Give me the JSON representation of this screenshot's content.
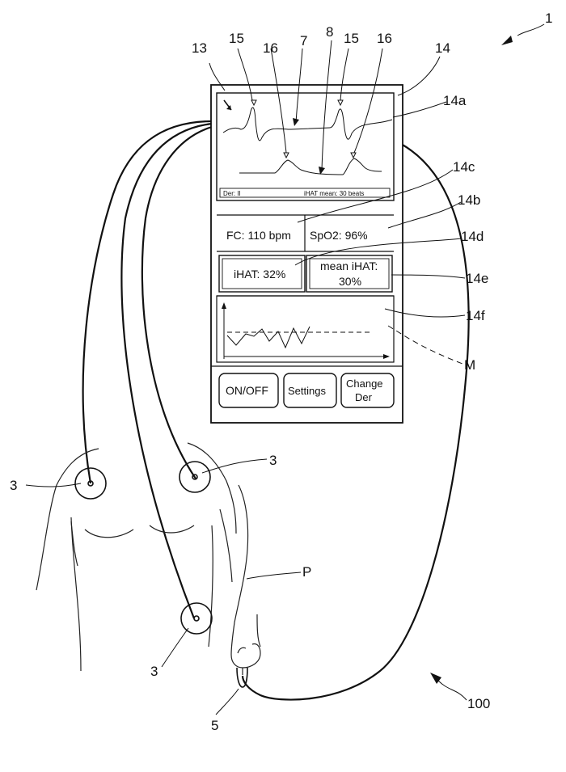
{
  "refs": {
    "device": "1",
    "sensor": "3",
    "clip": "5",
    "waveform_top": "7",
    "waveform_bottom": "8",
    "screen_area": "13",
    "housing": "14",
    "waveform_panel": "14a",
    "spo2_panel": "14b",
    "fc_panel": "14c",
    "ihat_panel": "14d",
    "mean_ihat_panel": "14e",
    "trend_panel": "14f",
    "marker_top": "15",
    "marker_bottom": "16",
    "system": "100",
    "patient": "P",
    "mean_line": "M"
  },
  "screen": {
    "status_left": "Der:  II",
    "status_right": "iHAT mean: 30 beats",
    "fc": "FC: 110 bpm",
    "spo2": "SpO2: 96%",
    "ihat": "iHAT: 32%",
    "mean_ihat_line1": "mean iHAT:",
    "mean_ihat_line2": "30%"
  },
  "buttons": {
    "onoff": "ON/OFF",
    "settings": "Settings",
    "change_line1": "Change",
    "change_line2": "Der"
  }
}
